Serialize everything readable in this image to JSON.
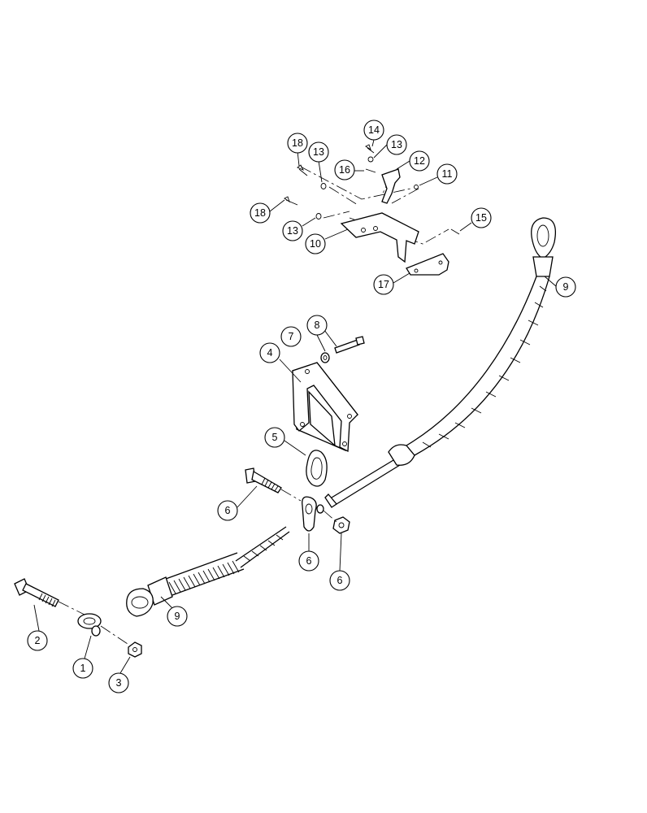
{
  "callouts": {
    "c18a": "18",
    "c14": "14",
    "c13a": "13",
    "c16": "16",
    "c12": "12",
    "c13b": "13",
    "c11": "11",
    "c18b": "18",
    "c13c": "13",
    "c10": "10",
    "c15": "15",
    "c17": "17",
    "c9a": "9",
    "c8": "8",
    "c7": "7",
    "c4": "4",
    "c5": "5",
    "c6a": "6",
    "c6b": "6",
    "c6c": "6",
    "c9b": "9",
    "c2": "2",
    "c1": "1",
    "c3": "3"
  }
}
